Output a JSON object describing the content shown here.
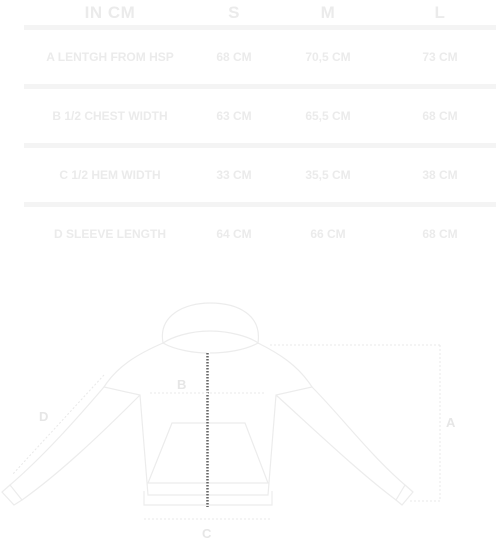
{
  "table": {
    "headers": [
      "IN CM",
      "S",
      "M",
      "L"
    ],
    "rows": [
      {
        "label": "A LENTGH FROM HSP",
        "s": "68 CM",
        "m": "70,5 CM",
        "l": "73 CM"
      },
      {
        "label": "B 1/2 CHEST WIDTH",
        "s": "63 CM",
        "m": "65,5 CM",
        "l": "68 CM"
      },
      {
        "label": "C 1/2 HEM WIDTH",
        "s": "33 CM",
        "m": "35,5 CM",
        "l": "38 CM"
      },
      {
        "label": "D SLEEVE LENGTH",
        "s": "64 CM",
        "m": "66 CM",
        "l": "68 CM"
      }
    ]
  },
  "diagram": {
    "labels": {
      "a": "A",
      "b": "B",
      "c": "C",
      "d": "D"
    },
    "line_color": "#ececec",
    "zipper_color": "#555555"
  }
}
